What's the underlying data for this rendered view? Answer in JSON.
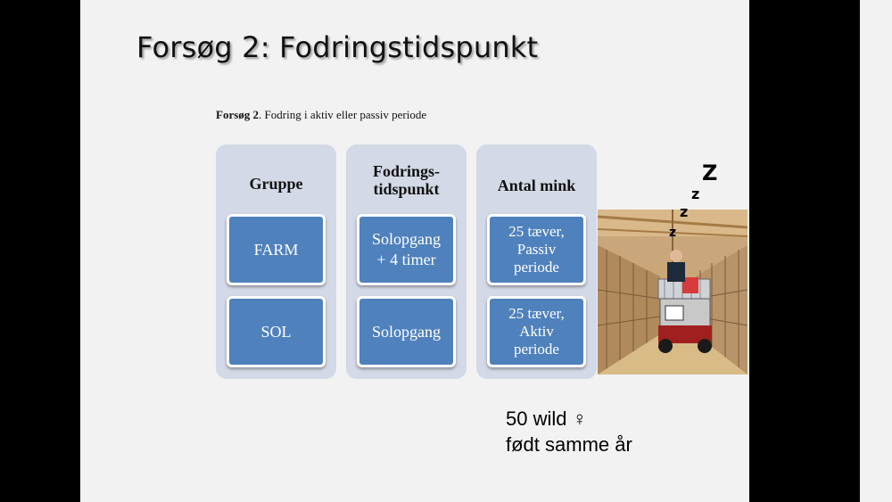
{
  "slide": {
    "title": "Forsøg 2: Fodringstidspunkt",
    "caption_bold": "Forsøg 2",
    "caption_rest": ". Fodring i aktiv eller passiv periode"
  },
  "columns": [
    {
      "header": "Gruppe",
      "cells": [
        "FARM",
        "SOL"
      ]
    },
    {
      "header": "Fodrings-\ntidspunkt",
      "cells": [
        "Solopgang\n+ 4 timer",
        "Solopgang"
      ]
    },
    {
      "header": "Antal mink",
      "cells": [
        "25 tæver,\nPassiv\nperiode",
        "25 tæver,\nAktiv\nperiode"
      ]
    }
  ],
  "sleep_letters": [
    "Z",
    "z",
    "z",
    "z"
  ],
  "note": {
    "line1": "50 wild ♀",
    "line2": "født samme år"
  },
  "colors": {
    "box_fill": "#4f81bd",
    "column_bg": "#d3d9e6",
    "slide_bg": "#f2f2f2"
  }
}
